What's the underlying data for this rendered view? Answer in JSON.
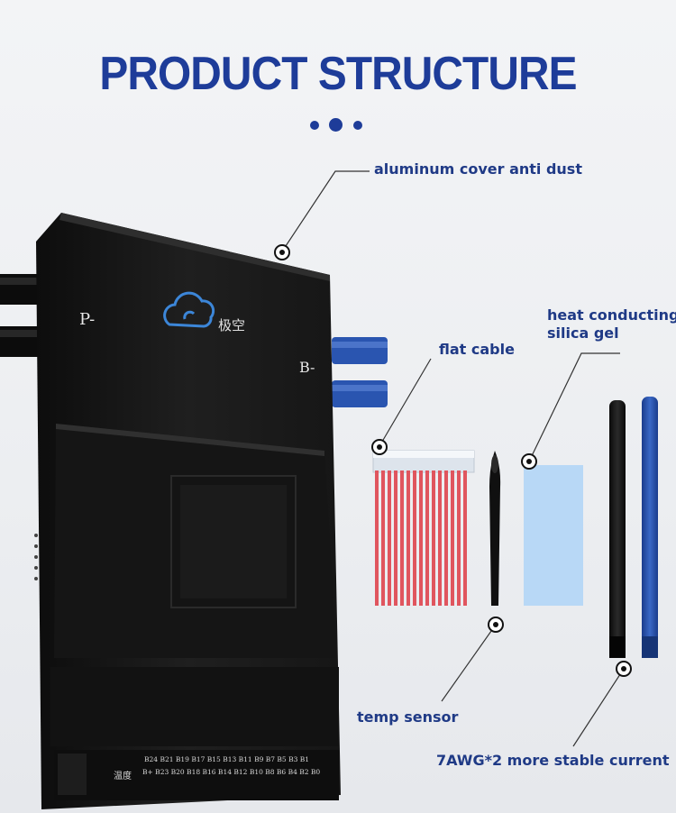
{
  "title": "PRODUCT STRUCTURE",
  "labels": {
    "aluminum_cover": "aluminum cover anti dust",
    "flat_cable": "flat cable",
    "heat_conducting_line1": "heat conducting",
    "heat_conducting_line2": "silica gel",
    "temp_sensor": "temp sensor",
    "wire": "7AWG*2 more stable current"
  },
  "board": {
    "p_minus": "P-",
    "b_minus": "B-",
    "brand_cn": "极空",
    "temp_cn": "温度",
    "pins_top": "B24 B21 B19 B17 B15 B13 B11 B9 B7 B5 B3 B1",
    "pins_bottom": "B+ B23 B20 B18 B16 B14 B12 B10 B8 B6 B4 B2 B0"
  },
  "colors": {
    "title_blue": "#1e3c99",
    "label_blue": "#1f3a86",
    "board_black": "#1a1a1a",
    "wire_blue": "#2a55b0",
    "flat_cable_red": "#e0555e",
    "silica_gel": "#b8d8f6"
  }
}
